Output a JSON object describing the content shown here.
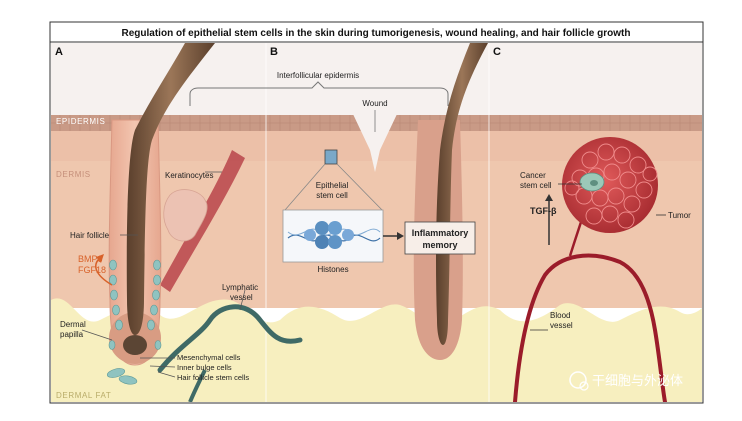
{
  "figure": {
    "title": "Regulation of epithelial stem cells in the skin during tumorigenesis, wound healing, and hair follicle growth",
    "panels": [
      "A",
      "B",
      "C"
    ],
    "layers": {
      "epidermis": "EPIDERMIS",
      "dermis": "DERMIS",
      "dermal_fat": "DERMAL FAT"
    },
    "panel_a": {
      "keratinocytes": "Keratinocytes",
      "hair_follicle": "Hair follicle",
      "bmp6": "BMP6",
      "fgf18": "FGF18",
      "lymphatic_1": "Lymphatic",
      "lymphatic_2": "vessel",
      "dermal_papilla_1": "Dermal",
      "dermal_papilla_2": "papilla",
      "mesenchymal": "Mesenchymal cells",
      "inner_bulge": "Inner bulge cells",
      "hf_stem": "Hair follicle stem cells"
    },
    "panel_b": {
      "interfollicular": "Interfollicular epidermis",
      "wound": "Wound",
      "epithelial_1": "Epithelial",
      "epithelial_2": "stem cell",
      "histones": "Histones",
      "inflam_1": "Inflammatory",
      "inflam_2": "memory"
    },
    "panel_c": {
      "cancer_1": "Cancer",
      "cancer_2": "stem cell",
      "tgf": "TGF-β",
      "tumor": "Tumor",
      "blood_1": "Blood",
      "blood_2": "vessel"
    },
    "watermark": "干细胞与外泌体",
    "colors": {
      "epidermis": "#c99a86",
      "dermis": "#efc7ae",
      "fat": "#f7efbf",
      "hair": "#7a5a42",
      "stem": "#8fc3c0",
      "vessel": "#9b1c2a",
      "lymph": "#3f6a66",
      "tumor": "#c63c3c",
      "accent": "#d8622a"
    }
  }
}
